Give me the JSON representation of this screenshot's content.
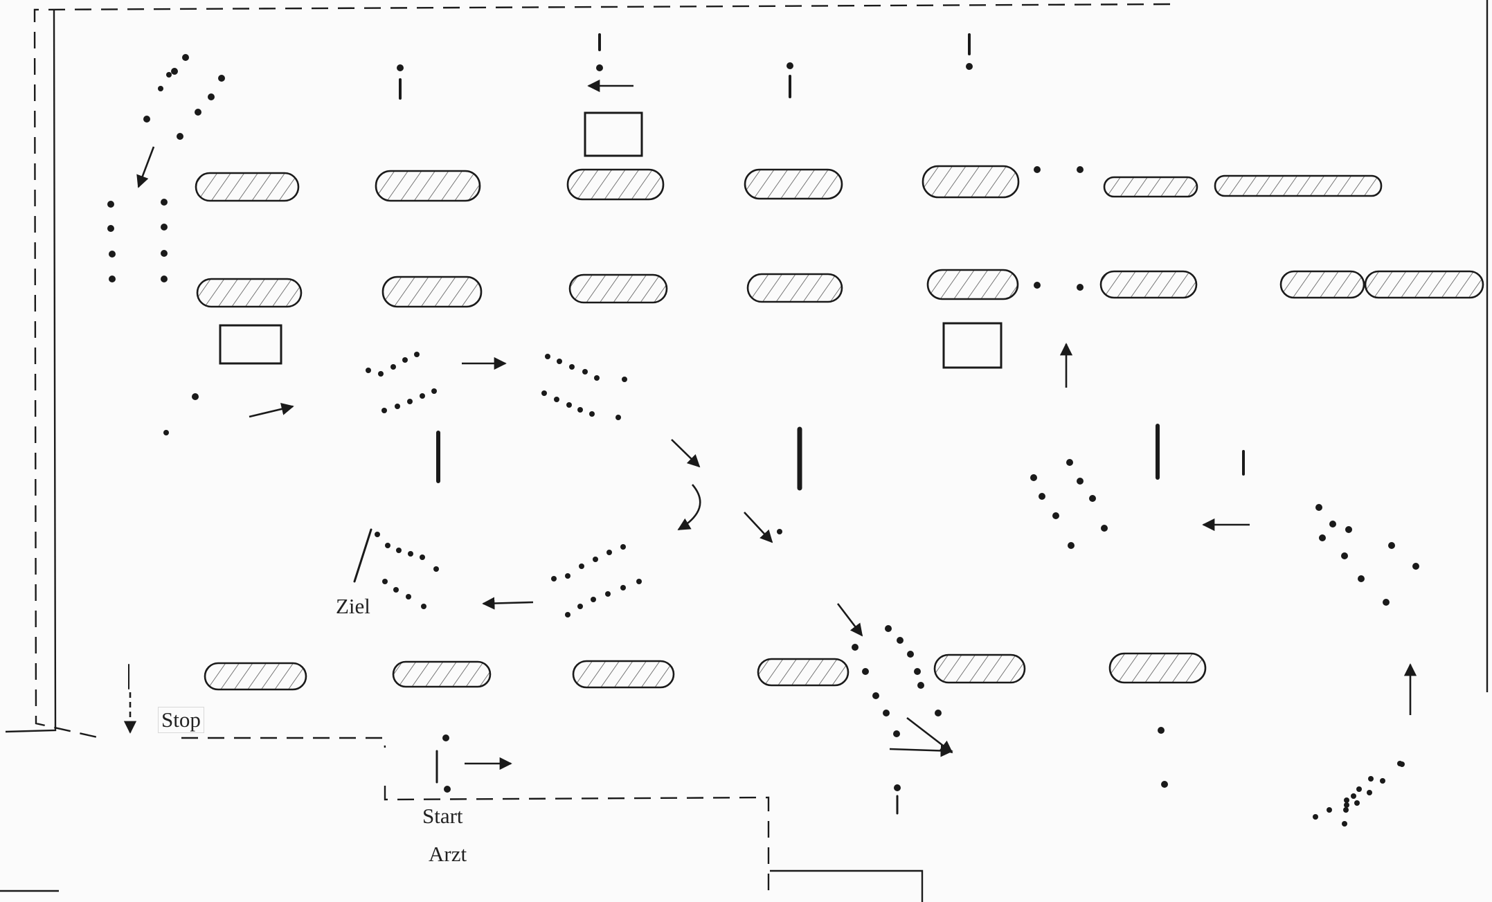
{
  "labels": {
    "ziel": "Ziel",
    "stop": "Stop",
    "start": "Start",
    "arzt": "Arzt"
  },
  "colors": {
    "ink": "#1a1a1a",
    "paper": "#fbfbfb",
    "hatch": "#555555"
  },
  "icons": [
    "arrow-icon",
    "pylon-icon",
    "cone-dot-icon",
    "pole-icon",
    "box-icon",
    "boundary-line"
  ]
}
